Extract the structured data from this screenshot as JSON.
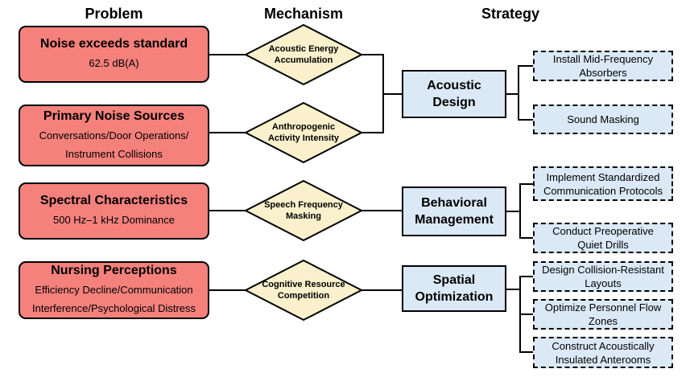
{
  "headers": {
    "problem": "Problem",
    "mechanism": "Mechanism",
    "strategy": "Strategy"
  },
  "problems": [
    {
      "title": "Noise exceeds standard",
      "details": [
        "62.5 dB(A)"
      ]
    },
    {
      "title": "Primary Noise Sources",
      "details": [
        "Conversations/Door Operations/",
        "Instrument Collisions"
      ]
    },
    {
      "title": "Spectral Characteristics",
      "details": [
        "500 Hz–1 kHz Dominance"
      ]
    },
    {
      "title": "Nursing Perceptions",
      "details": [
        "Efficiency Decline/Communication",
        "Interference/Psychological Distress"
      ]
    }
  ],
  "mechanisms": [
    {
      "label": "Acoustic Energy\nAccumulation"
    },
    {
      "label": "Anthropogenic\nActivity Intensity"
    },
    {
      "label": "Speech Frequency\nMasking"
    },
    {
      "label": "Cognitive Resource\nCompetition"
    }
  ],
  "strategies": [
    {
      "name": "Acoustic\nDesign",
      "actions": [
        "Install Mid-Frequency\nAbsorbers",
        "Sound Masking"
      ]
    },
    {
      "name": "Behavioral\nManagement",
      "actions": [
        "Implement Standardized\nCommunication Protocols",
        "Conduct Preoperative\nQuiet Drills"
      ]
    },
    {
      "name": "Spatial\nOptimization",
      "actions": [
        "Design Collision-Resistant\nLayouts",
        "Optimize Personnel Flow\nZones",
        "Construct Acoustically\nInsulated Anterooms"
      ]
    }
  ],
  "colors": {
    "problem_fill": "#F5817C",
    "mechanism_fill": "#FAF0CC",
    "strategy_fill": "#DBE9F6",
    "line": "#000000"
  }
}
